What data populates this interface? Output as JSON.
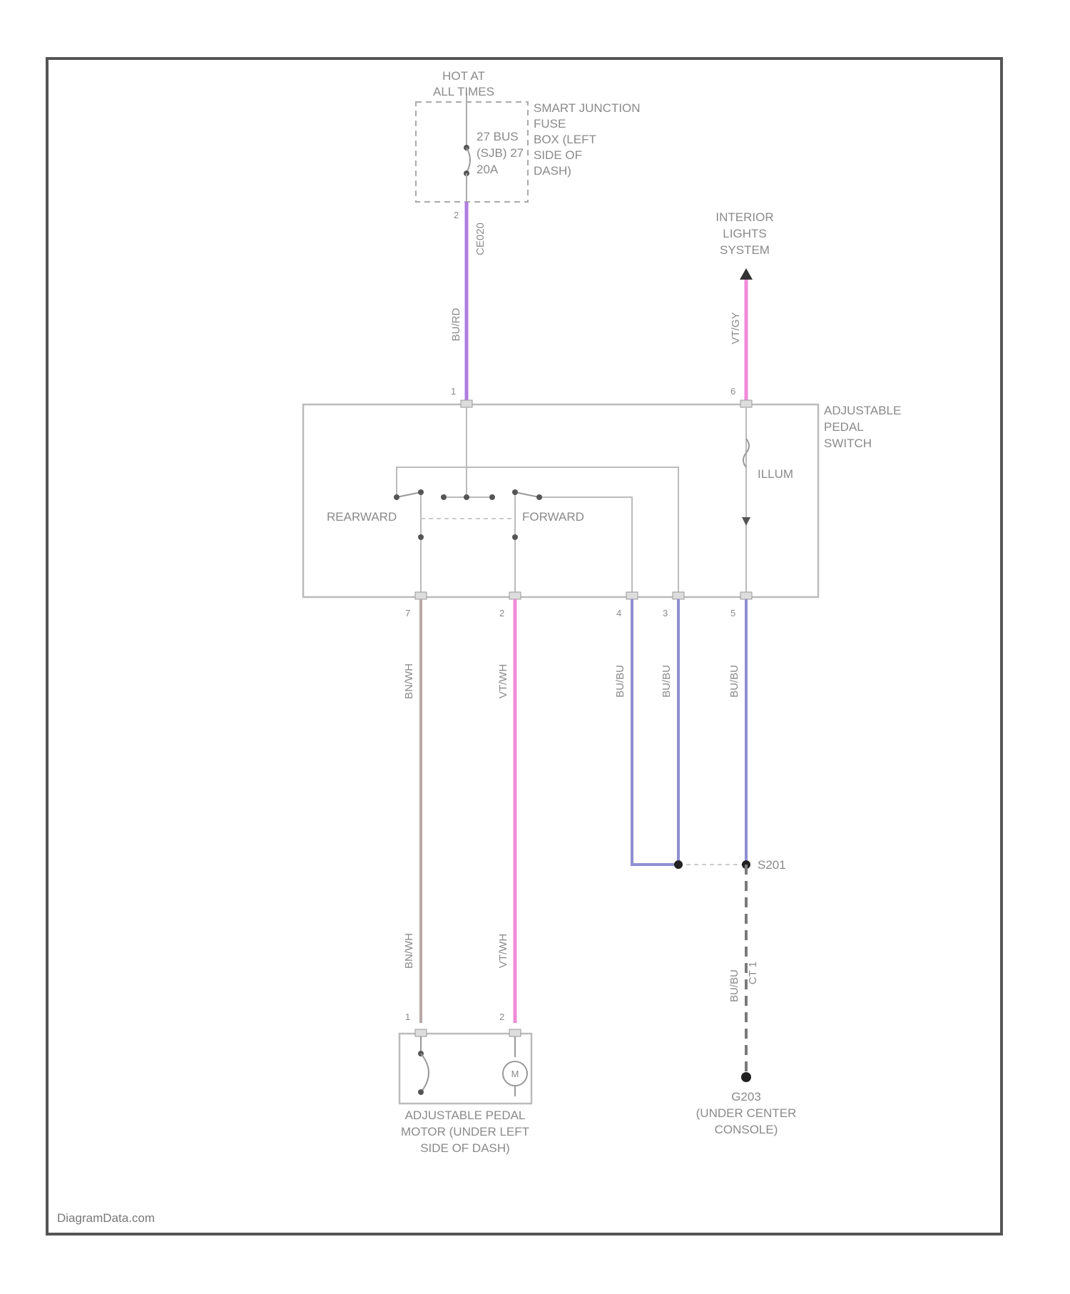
{
  "colors": {
    "frame": "#555555",
    "box": "#b5b5b5",
    "wire_violet": "#b07ce0",
    "wire_pink": "#f08ad8",
    "wire_blue": "#8f8fd0",
    "wire_brown": "#b8a8a8",
    "ground_dash": "#7a7a7a"
  },
  "labels": {
    "hot_at_all_times": [
      "HOT AT",
      "ALL TIMES"
    ],
    "smart_junction_box": [
      "SMART JUNCTION",
      "FUSE",
      "BOX (LEFT",
      "SIDE OF",
      "DASH)"
    ],
    "fuse": [
      "27 BUS",
      "(SJB) 27",
      "20A"
    ],
    "interior_lights": [
      "INTERIOR",
      "LIGHTS",
      "SYSTEM"
    ],
    "adjustable_pedal_switch": [
      "ADJUSTABLE",
      "PEDAL",
      "SWITCH"
    ],
    "rearward": "REARWARD",
    "forward": "FORWARD",
    "illum": "ILLUM",
    "motor": [
      "ADJUSTABLE PEDAL",
      "MOTOR (UNDER LEFT",
      "SIDE OF DASH)"
    ],
    "splice": "S201",
    "ground": [
      "G203",
      "(UNDER CENTER",
      "CONSOLE)"
    ]
  },
  "wires": {
    "fuse_to_switch": "BU/RD",
    "fuse_circuit": "CE020",
    "interior": "VT/GY",
    "rearward": "BN/WH",
    "forward": "VT/WH",
    "sw_4": "BU/BU",
    "sw_3": "BU/BU",
    "sw_5": "BU/BU",
    "rearward_motor": "BN/WH",
    "forward_motor": "VT/WH",
    "ground_lead": "BU/BU",
    "ground_lead_2": "CT 1"
  },
  "brand": "DiagramData.com"
}
